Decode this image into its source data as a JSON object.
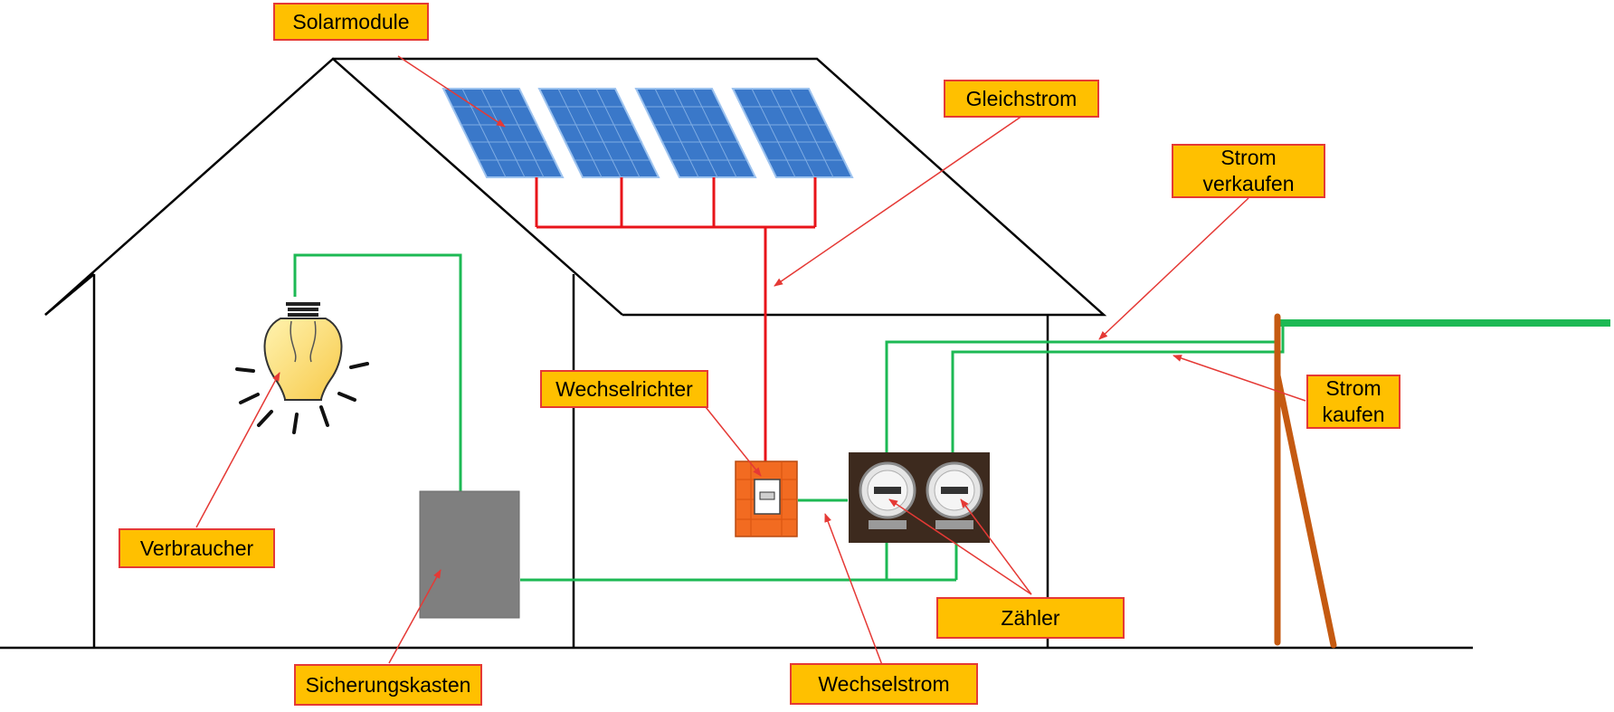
{
  "diagram": {
    "labels": {
      "solarmodule": "Solarmodule",
      "gleichstrom": "Gleichstrom",
      "strom_verkaufen_1": "Strom",
      "strom_verkaufen_2": "verkaufen",
      "wechselrichter": "Wechselrichter",
      "strom_kaufen_1": "Strom",
      "strom_kaufen_2": "kaufen",
      "verbraucher": "Verbraucher",
      "zaehler": "Zähler",
      "sicherungskasten": "Sicherungskasten",
      "wechselstrom": "Wechselstrom"
    },
    "colors": {
      "dc_wire": "#e8141a",
      "ac_wire": "#1db954",
      "pointer": "#e53935",
      "label_fill": "#ffc000",
      "label_border": "#e53935",
      "house_outline": "#000000",
      "pole": "#c55a11",
      "fuse_box": "#7f7f7f",
      "inverter": "#f26b21",
      "panel_blue": "#3a78c9"
    },
    "icons": [
      "solar-panel-icon",
      "light-bulb-icon",
      "inverter-icon",
      "electricity-meter-icon",
      "fuse-box-icon",
      "utility-pole-icon"
    ]
  }
}
